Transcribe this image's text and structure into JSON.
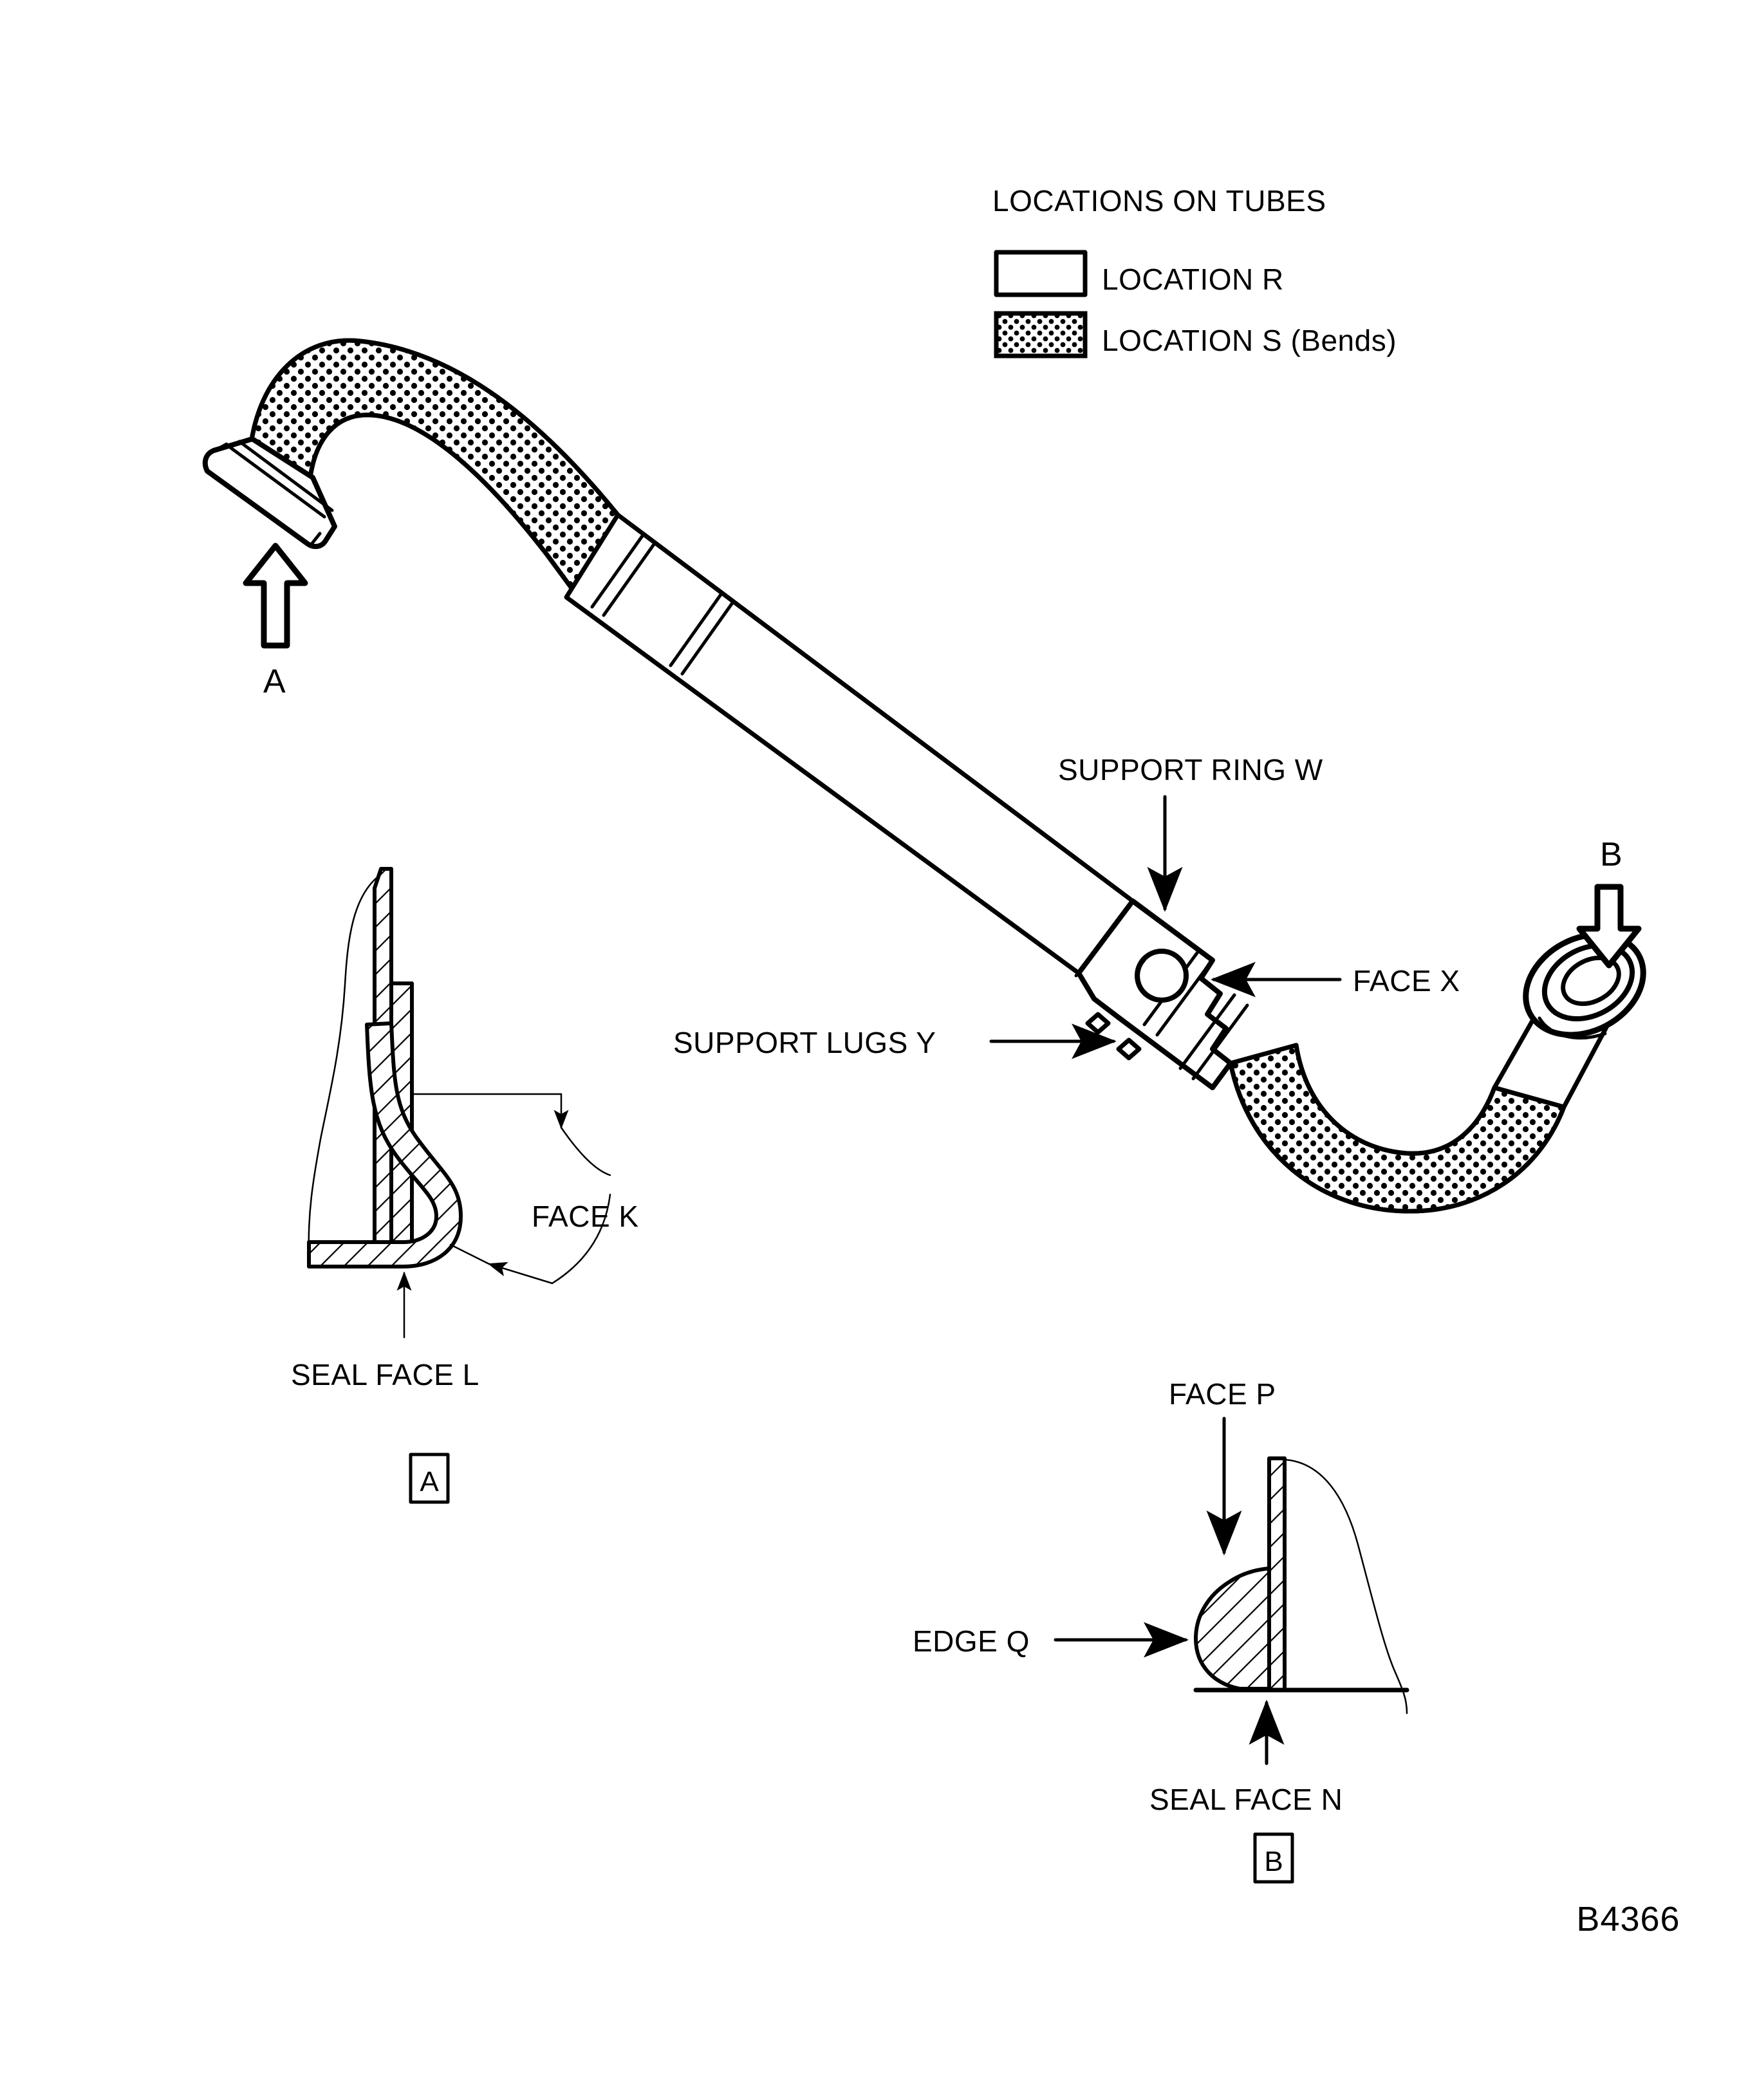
{
  "drawing": {
    "number": "B4366",
    "background_color": "#ffffff",
    "ink_color": "#000000"
  },
  "legend": {
    "title": "LOCATIONS ON TUBES",
    "items": [
      {
        "label": "LOCATION R",
        "swatch": "plain-white-rectangle"
      },
      {
        "label": "LOCATION S (Bends)",
        "swatch": "stippled-rectangle"
      }
    ]
  },
  "main_view": {
    "callouts": [
      {
        "id": "support-ring-w",
        "label": "SUPPORT RING W"
      },
      {
        "id": "face-x",
        "label": "FACE X"
      },
      {
        "id": "support-lugs-y",
        "label": "SUPPORT LUGS Y"
      }
    ],
    "view_arrows": [
      {
        "id": "view-arrow-a",
        "letter": "A",
        "direction": "up"
      },
      {
        "id": "view-arrow-b",
        "letter": "B",
        "direction": "down"
      }
    ]
  },
  "detail_a": {
    "tag": "A",
    "callouts": [
      {
        "id": "face-k",
        "label": "FACE K"
      },
      {
        "id": "seal-face-l",
        "label": "SEAL FACE L"
      }
    ]
  },
  "detail_b": {
    "tag": "B",
    "callouts": [
      {
        "id": "face-p",
        "label": "FACE P"
      },
      {
        "id": "edge-q",
        "label": "EDGE Q"
      },
      {
        "id": "seal-face-n",
        "label": "SEAL FACE N"
      }
    ]
  }
}
